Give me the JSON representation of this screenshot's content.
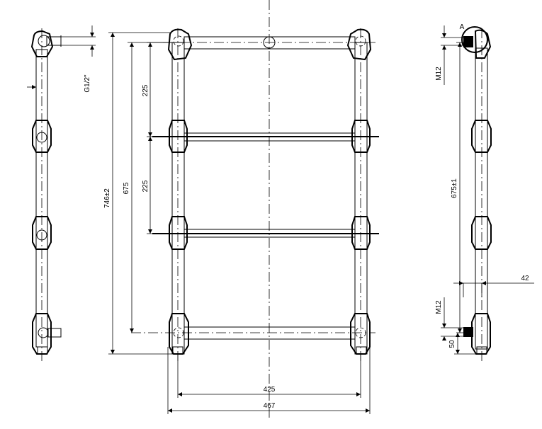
{
  "drawing": {
    "title": "",
    "left_view": {
      "thread": "G1/2\""
    },
    "front_view": {
      "dim_pitch_top": "225",
      "dim_pitch_mid": "225",
      "dim_centres": "675",
      "dim_overall_height": "746±2",
      "dim_inner_width": "425",
      "dim_overall_width": "467"
    },
    "right_view": {
      "detail": "A",
      "thread_top": "M12",
      "thread_bottom": "M12",
      "dim_height": "675±1",
      "dim_offset": "42",
      "dim_bottom": "50"
    }
  }
}
